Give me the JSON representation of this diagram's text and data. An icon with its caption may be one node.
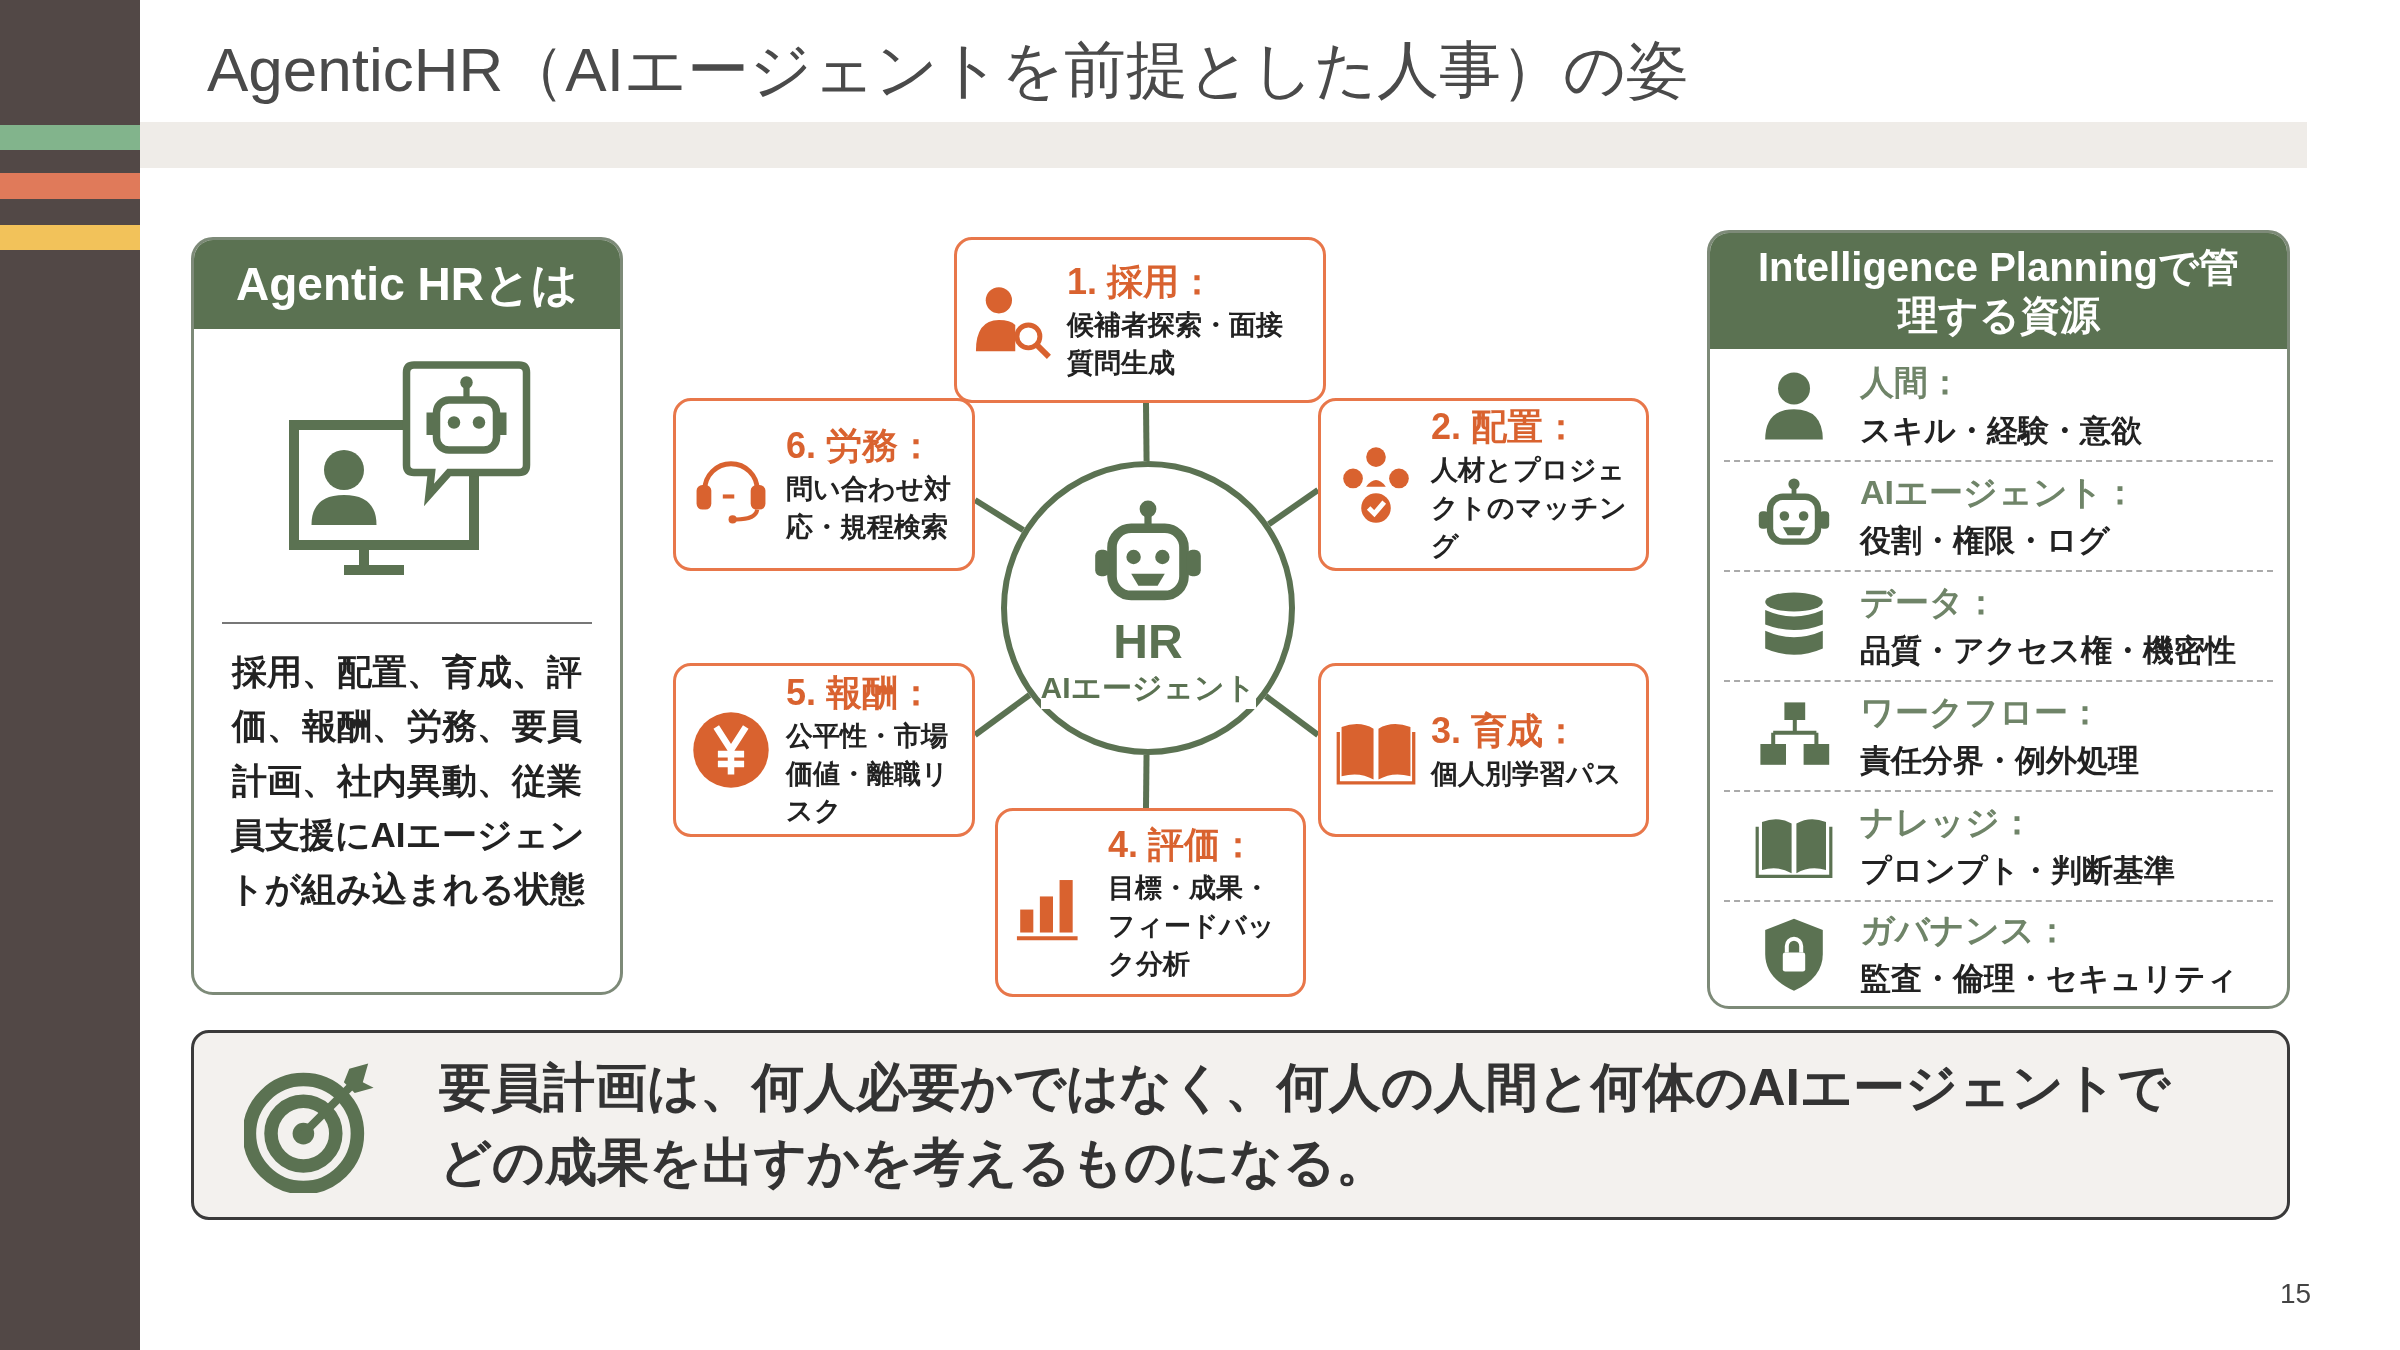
{
  "diagram": {
    "title": "AgenticHR（AIエージェントを前提とした人事）の姿",
    "nodes": [
      {
        "text": [
          "Agentic HRとは",
          "採用、配置、育成、評価、報酬、労務、要員計画、社内異動、従業員支援にAIエージェントが組み込まれる状態"
        ]
      },
      {
        "text": [
          "HR",
          "AIエージェント"
        ]
      },
      {
        "text": [
          "1. 採用：",
          "候補者探索・面接質問生成"
        ]
      },
      {
        "text": [
          "2. 配置：",
          "人材とプロジェクトのマッチング"
        ]
      },
      {
        "text": [
          "3. 育成：",
          "個人別学習パス"
        ]
      },
      {
        "text": [
          "4. 評価：",
          "目標・成果・フィードバック分析"
        ]
      },
      {
        "text": [
          "5. 報酬：",
          "公平性・市場価値・離職リスク"
        ]
      },
      {
        "text": [
          "6. 労務：",
          "問い合わせ対応・規程検索"
        ]
      },
      {
        "text": [
          "Intelligence Planningで管理する資源"
        ]
      },
      {
        "text": [
          "人間：",
          "スキル・経験・意欲"
        ],
        "in": 8
      },
      {
        "text": [
          "AIエージェント：",
          "役割・権限・ログ"
        ],
        "in": 8
      },
      {
        "text": [
          "データ：",
          "品質・アクセス権・機密性"
        ],
        "in": 8
      },
      {
        "text": [
          "ワークフロー：",
          "責任分界・例外処理"
        ],
        "in": 8
      },
      {
        "text": [
          "ナレッジ：",
          "プロンプト・判断基準"
        ],
        "in": 8
      },
      {
        "text": [
          "ガバナンス：",
          "監査・倫理・セキュリティ"
        ],
        "in": 8
      },
      {
        "text": [
          "要員計画は、何人必要かではなく、何人の人間と何体のAIエージェントでどの成果を出すかを考えるものになる。"
        ]
      }
    ],
    "edges": [
      {
        "from": 1,
        "to": 2,
        "arrow": "none"
      },
      {
        "from": 1,
        "to": 3,
        "arrow": "none"
      },
      {
        "from": 1,
        "to": 4,
        "arrow": "none"
      },
      {
        "from": 1,
        "to": 5,
        "arrow": "none"
      },
      {
        "from": 1,
        "to": 6,
        "arrow": "none"
      },
      {
        "from": 1,
        "to": 7,
        "arrow": "none"
      }
    ],
    "labels": [
      "15"
    ]
  }
}
